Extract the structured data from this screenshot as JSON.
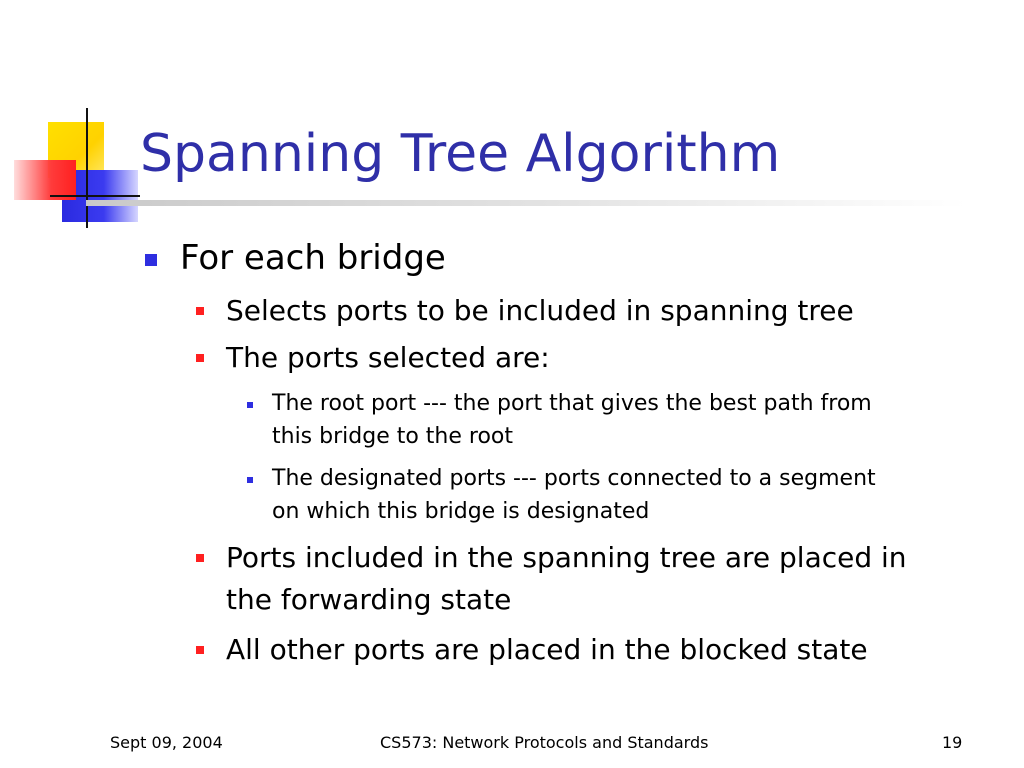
{
  "slide": {
    "title": "Spanning Tree Algorithm",
    "bullets": {
      "l1": "For each bridge",
      "l2a": "Selects ports to be included in spanning tree",
      "l2b": "The ports selected are:",
      "l3a_line1": "The root port --- the port that gives the best path from",
      "l3a_line2": "this bridge to the root",
      "l3b_line1": "The designated ports --- ports connected to a segment",
      "l3b_line2": "on which this bridge is designated",
      "l2c_line1": "Ports included in the spanning tree are placed in",
      "l2c_line2": "the forwarding state",
      "l2d": "All other ports are placed in the blocked state"
    },
    "footer": {
      "date": "Sept 09, 2004",
      "course": "CS573: Network Protocols and Standards",
      "page": "19"
    }
  },
  "colors": {
    "title": "#2f2fa8",
    "bullet_blue": "#2e2ee0",
    "bullet_red": "#ff2020",
    "logo_yellow": "#ffd200",
    "logo_red": "#ff2020",
    "logo_blue": "#2a2ae0"
  }
}
